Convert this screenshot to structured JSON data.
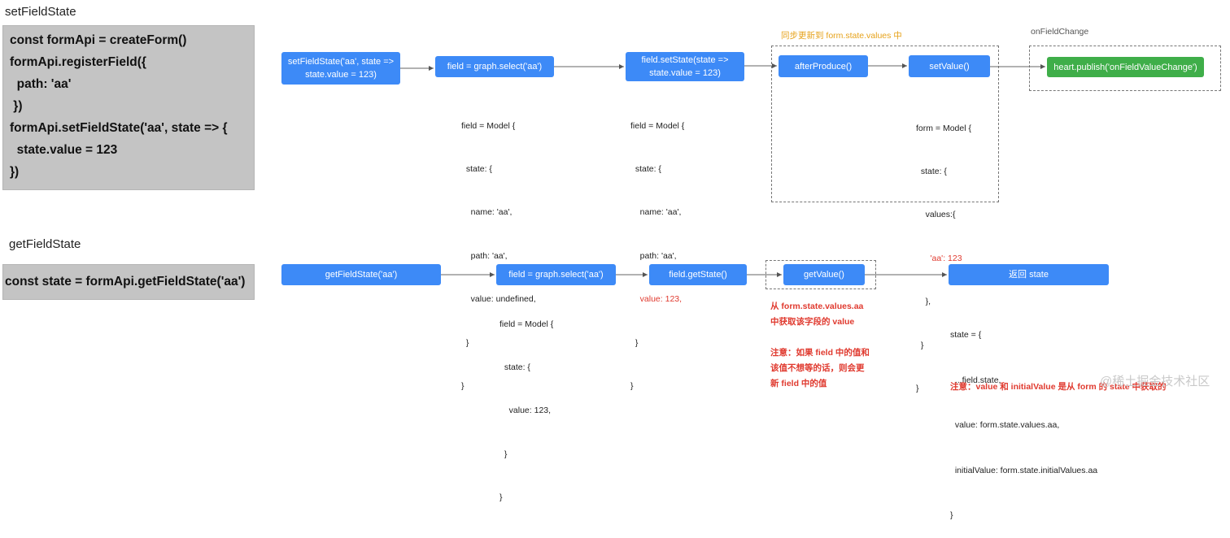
{
  "set_section": {
    "title": "setFieldState",
    "code": [
      "const formApi = createForm()",
      "formApi.registerField({",
      "  path: 'aa'",
      " })",
      "formApi.setFieldState('aa', state => {",
      "  state.value = 123",
      "})"
    ],
    "nodes": {
      "set_field_state": "setFieldState('aa', state =>\nstate.value = 123)",
      "graph_select": "field = graph.select('aa')",
      "field_set_state": "field.setState(state =>\nstate.value = 123)",
      "after_produce": "afterProduce()",
      "set_value": "setValue()",
      "heart_publish": "heart.publish('onFieldValueChange')"
    },
    "sync_label": "同步更新到 form.state.values 中",
    "on_field_change_label": "onFieldChange",
    "model1": [
      "field = Model {",
      "  state: {",
      "    name: 'aa',",
      "    path: 'aa',",
      "    value: undefined,",
      "  }",
      "}"
    ],
    "model2": [
      "field = Model {",
      "  state: {",
      "    name: 'aa',",
      "    path: 'aa',",
      "    value: 123,",
      "  }",
      "}"
    ],
    "model3": [
      "form = Model {",
      "  state: {",
      "    values:{",
      "      'aa': 123",
      "    },",
      "  }",
      "}"
    ]
  },
  "get_section": {
    "title": "getFieldState",
    "code": "const state = formApi.getFieldState('aa')",
    "nodes": {
      "get_field_state": "getFieldState('aa')",
      "graph_select": "field = graph.select('aa')",
      "field_get_state": "field.getState()",
      "get_value": "getValue()",
      "return_state": "返回 state"
    },
    "model": [
      "field = Model {",
      "  state: {",
      "    value: 123,",
      "  }",
      "}"
    ],
    "get_value_note": "从 form.state.values.aa\n中获取该字段的 value\n\n注意：如果 field 中的值和\n该值不想等的话，则会更\n新 field 中的值",
    "state_block": [
      "state = {",
      "  ...field.state,",
      "  value: form.state.values.aa,",
      "  initialValue: form.state.initialValues.aa",
      "}"
    ],
    "state_note": "注意：value 和 initialValue 是从 form 的 state 中获取的"
  },
  "watermark": "@稀土掘金技术社区",
  "colors": {
    "node_blue": "#3d8af7",
    "node_green": "#3fae49",
    "note_red": "#e03a2f",
    "note_yellow": "#e6a21a",
    "code_bg": "#c4c4c4"
  }
}
